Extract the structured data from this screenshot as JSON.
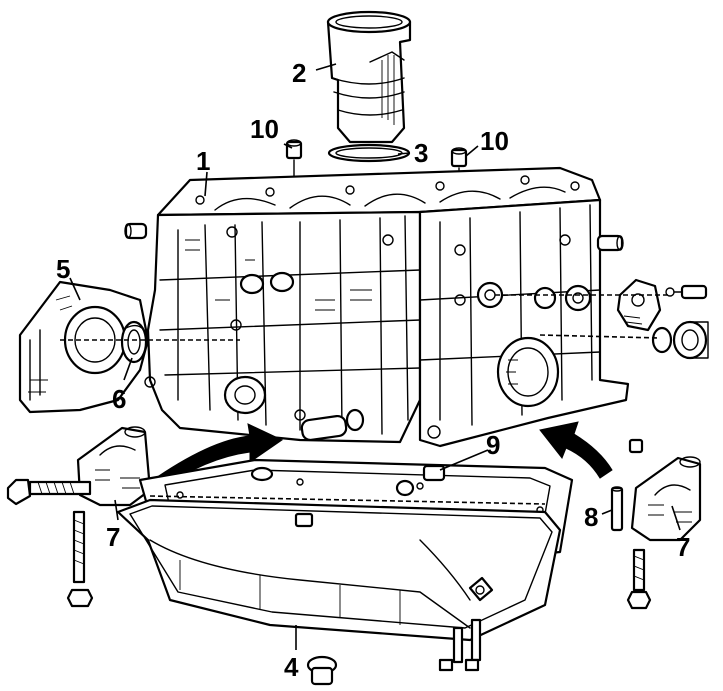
{
  "callouts": [
    {
      "id": "c1",
      "text": "1"
    },
    {
      "id": "c2",
      "text": "2"
    },
    {
      "id": "c3",
      "text": "3"
    },
    {
      "id": "c4",
      "text": "4"
    },
    {
      "id": "c5",
      "text": "5"
    },
    {
      "id": "c6",
      "text": "6"
    },
    {
      "id": "c7a",
      "text": "7"
    },
    {
      "id": "c7b",
      "text": "7"
    },
    {
      "id": "c8",
      "text": "8"
    },
    {
      "id": "c9",
      "text": "9"
    },
    {
      "id": "c10a",
      "text": "10"
    },
    {
      "id": "c10b",
      "text": "10"
    }
  ],
  "colors": {
    "ink": "#000000",
    "paper": "#ffffff"
  }
}
